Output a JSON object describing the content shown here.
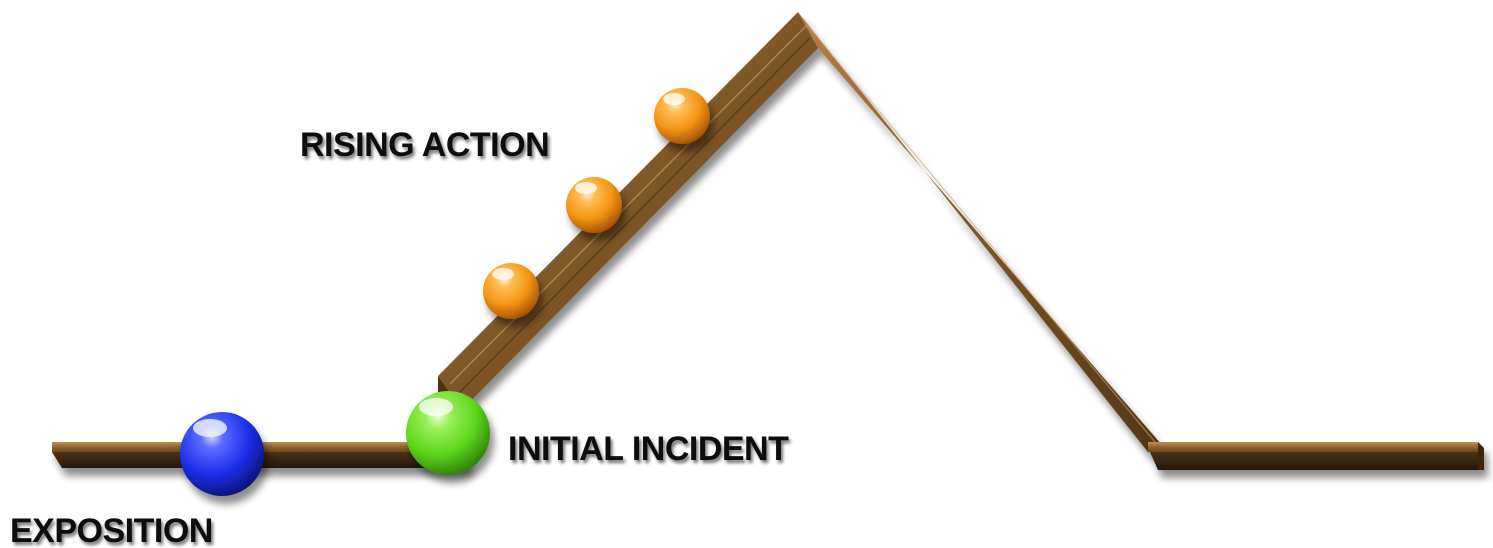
{
  "labels": {
    "exposition": "EXPOSITION",
    "initial_incident": "INITIAL INCIDENT",
    "rising_action": "RISING ACTION"
  },
  "colors": {
    "wood_top": "#a8783a",
    "wood_mid": "#7a5426",
    "wood_dark": "#3e2a12",
    "exposition_ball": "#1a2ee8",
    "initial_incident_ball": "#5ed61c",
    "rising_action_ball": "#f39312",
    "label_text": "#0c0c0c"
  },
  "markers": [
    {
      "name": "exposition-ball",
      "color_key": "exposition_ball"
    },
    {
      "name": "initial-incident-ball",
      "color_key": "initial_incident_ball"
    },
    {
      "name": "rising-action-ball-1",
      "color_key": "rising_action_ball"
    },
    {
      "name": "rising-action-ball-2",
      "color_key": "rising_action_ball"
    },
    {
      "name": "rising-action-ball-3",
      "color_key": "rising_action_ball"
    }
  ]
}
